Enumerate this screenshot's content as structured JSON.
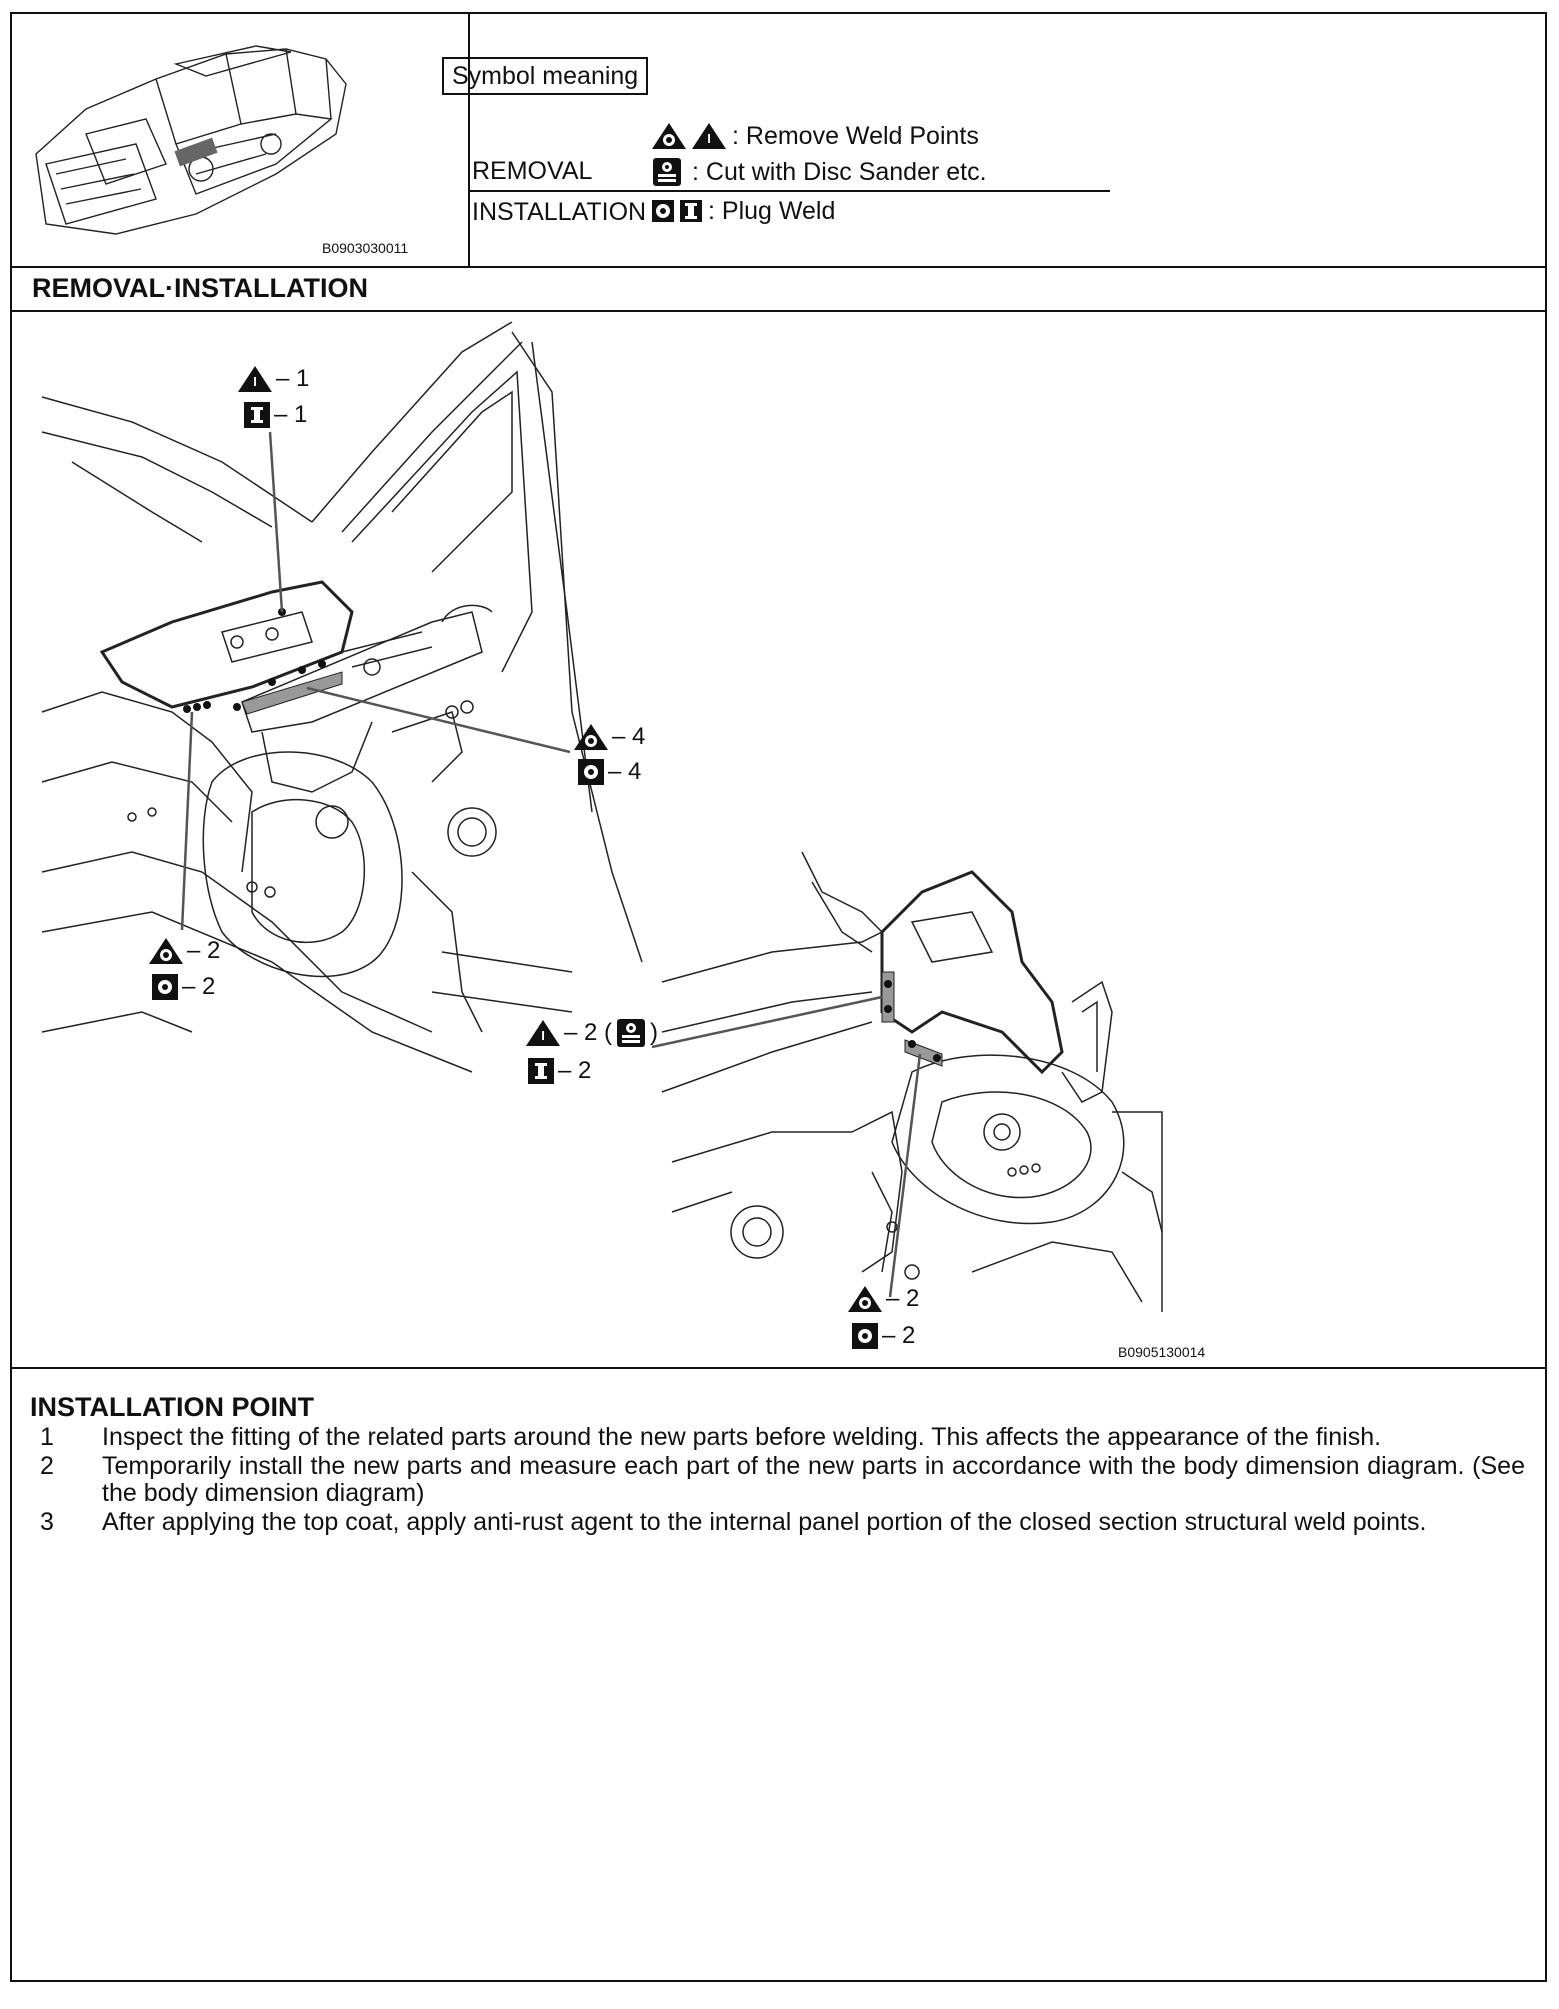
{
  "header": {
    "thumb_code": "B0903030011",
    "symbol_title": "Symbol meaning",
    "removal_label": "REMOVAL",
    "installation_label": "INSTALLATION",
    "remove_weld_text": ": Remove Weld Points",
    "cut_text": ": Cut with Disc Sander etc.",
    "plug_weld_text": ": Plug Weld"
  },
  "section_title": "REMOVAL·INSTALLATION",
  "callouts": {
    "c1a": "– 1",
    "c1b": "– 1",
    "c4a": "– 4",
    "c4b": "– 4",
    "c2a": "– 2",
    "c2b": "– 2",
    "c2c": "– 2 (",
    "c2c_close": ")",
    "c2d": "– 2",
    "c2e": "– 2",
    "c2f": "– 2"
  },
  "figure_code": "B0905130014",
  "installation_point": {
    "title": "INSTALLATION POINT",
    "items": [
      {
        "num": "1",
        "text": "Inspect the fitting of the related parts around the new parts before welding. This affects the appearance of the finish."
      },
      {
        "num": "2",
        "text": "Temporarily install the new parts and measure each part of the new parts in accordance with the body dimension diagram. (See the body dimension diagram)"
      },
      {
        "num": "3",
        "text": "After applying the top coat, apply anti-rust agent to the internal panel portion of the closed section structural weld points."
      }
    ]
  },
  "icons": {
    "remove_spot": "triangle-dot-icon",
    "remove_plug": "triangle-i-icon",
    "cut": "disc-sander-icon",
    "plug_spot": "square-dot-icon",
    "plug_i": "square-i-icon"
  }
}
